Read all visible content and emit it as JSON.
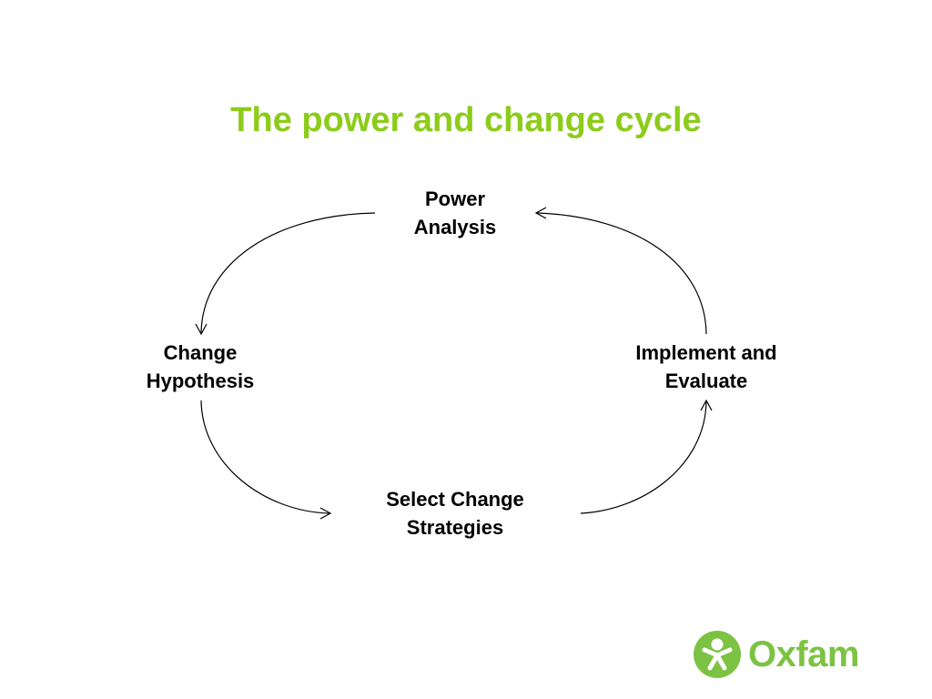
{
  "slide": {
    "title": "The power and change cycle",
    "title_color": "#8ccc1a"
  },
  "cycle": {
    "nodes": [
      {
        "id": "power-analysis",
        "lines": [
          "Power",
          "Analysis"
        ]
      },
      {
        "id": "change-hypothesis",
        "lines": [
          "Change",
          "Hypothesis"
        ]
      },
      {
        "id": "select-change-strategies",
        "lines": [
          "Select Change",
          "Strategies"
        ]
      },
      {
        "id": "implement-and-evaluate",
        "lines": [
          "Implement and",
          "Evaluate"
        ]
      }
    ],
    "direction": "counter-clockwise",
    "arrow_color": "#000000"
  },
  "logo": {
    "text": "Oxfam",
    "color": "#7cc243",
    "icon": "oxfam-person-icon"
  }
}
